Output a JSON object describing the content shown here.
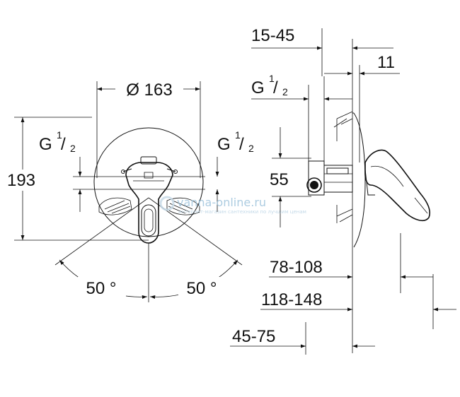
{
  "front_view": {
    "diameter_label": "Ø 163",
    "height_label": "193",
    "g_left": {
      "base": "G",
      "num": "1",
      "slash": "/",
      "den": "2"
    },
    "g_right": {
      "base": "G",
      "num": "1",
      "slash": "/",
      "den": "2"
    },
    "angle_left": "50 °",
    "angle_right": "50 °"
  },
  "side_view": {
    "dim_15_45": "15-45",
    "dim_11": "11",
    "g_side": {
      "base": "G",
      "num": "1",
      "slash": "/",
      "den": "2"
    },
    "dim_55": "55",
    "dim_78_108": "78-108",
    "dim_118_148": "118-148",
    "dim_45_75": "45-75"
  },
  "watermark": {
    "text": "vanna-online.ru",
    "subtext": "интернет-магазин сантехники по лучшим ценам"
  }
}
